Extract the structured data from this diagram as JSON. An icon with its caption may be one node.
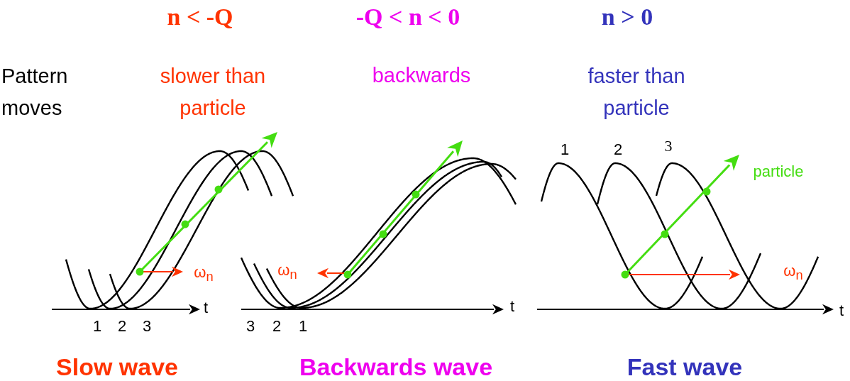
{
  "diagram": {
    "labels": [
      "n < -Q",
      "-Q < n < 0",
      "n > 0",
      "Pattern moves",
      "slower than particle",
      "backwards",
      "faster than particle",
      "1",
      "2",
      "3",
      "particle",
      "ω$_{n}$",
      "ω$_{n}$",
      "ω$_{n}$",
      "t",
      "t",
      "t",
      "1",
      "2",
      "3",
      "3",
      "2",
      "1",
      "Slow wave",
      "Backwards wave",
      "Fast wave"
    ]
  }
}
